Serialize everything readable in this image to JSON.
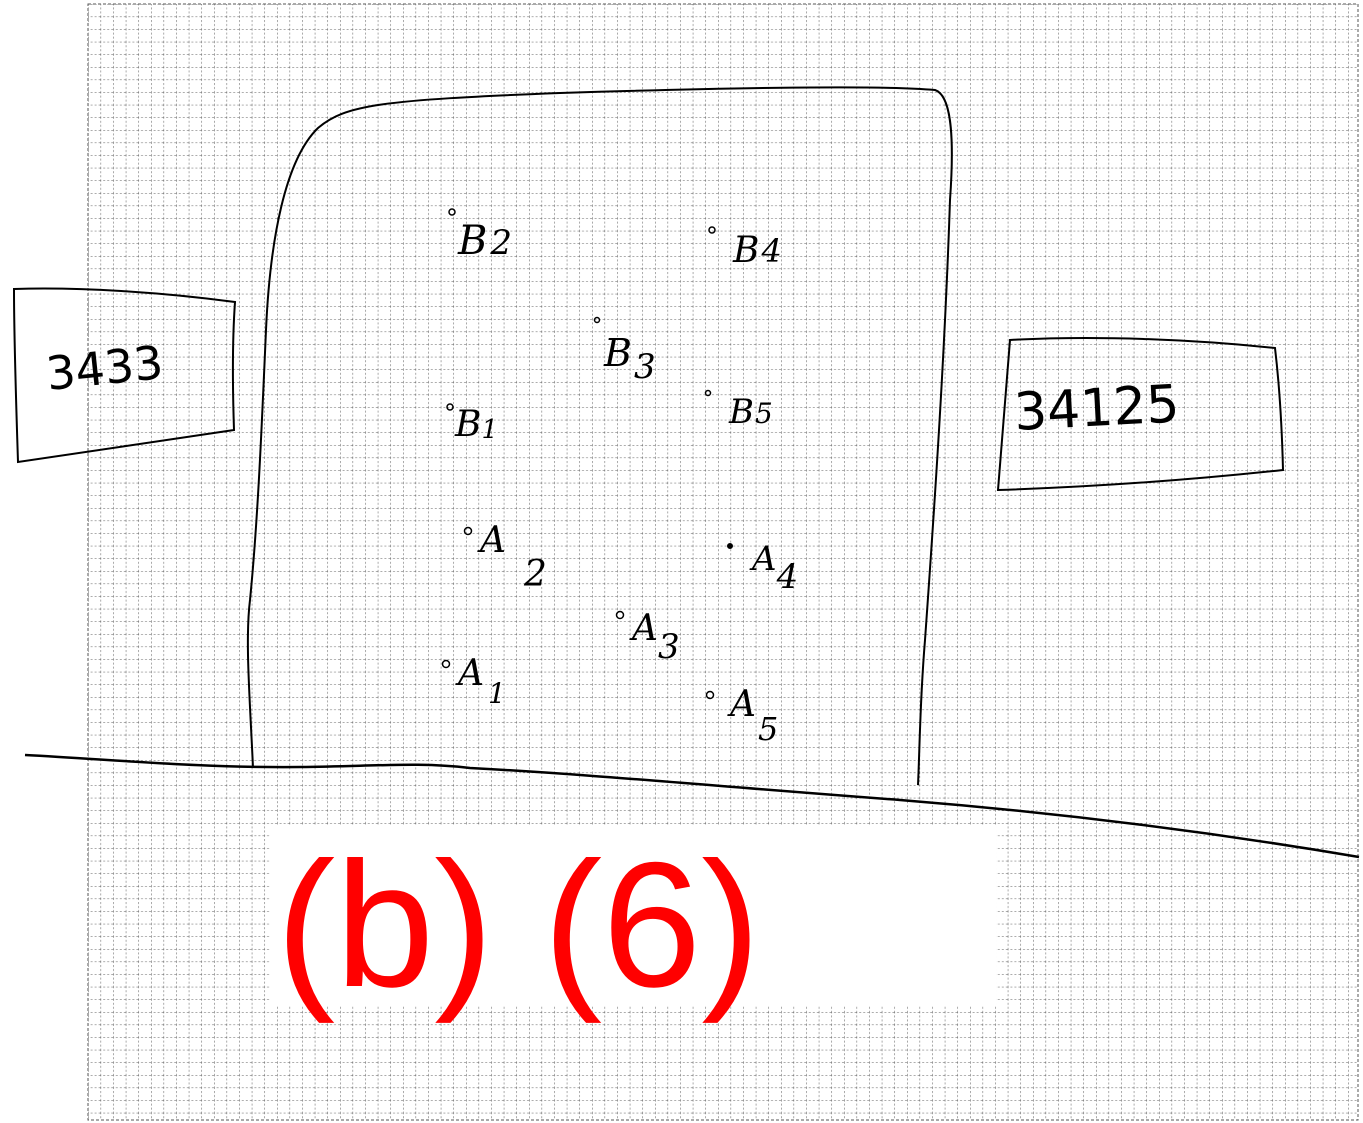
{
  "left_box": {
    "number": "3433"
  },
  "right_box": {
    "number": "34125"
  },
  "points": [
    {
      "id": "B2",
      "letter": "B",
      "sub": "2"
    },
    {
      "id": "B4",
      "letter": "B",
      "sub": "4"
    },
    {
      "id": "B3",
      "letter": "B",
      "sub": "3"
    },
    {
      "id": "B1",
      "letter": "B",
      "sub": "1"
    },
    {
      "id": "B5",
      "letter": "B",
      "sub": "5"
    },
    {
      "id": "A2",
      "letter": "A",
      "sub": "2"
    },
    {
      "id": "A4",
      "letter": "A",
      "sub": "4"
    },
    {
      "id": "A3",
      "letter": "A",
      "sub": "3"
    },
    {
      "id": "A1",
      "letter": "A",
      "sub": "1"
    },
    {
      "id": "A5",
      "letter": "A",
      "sub": "5"
    }
  ],
  "caption": "(b) (6)",
  "colors": {
    "ink": "#000000",
    "grid": "#444444",
    "caption": "#ff0000",
    "redaction_box": "#ffffff"
  }
}
